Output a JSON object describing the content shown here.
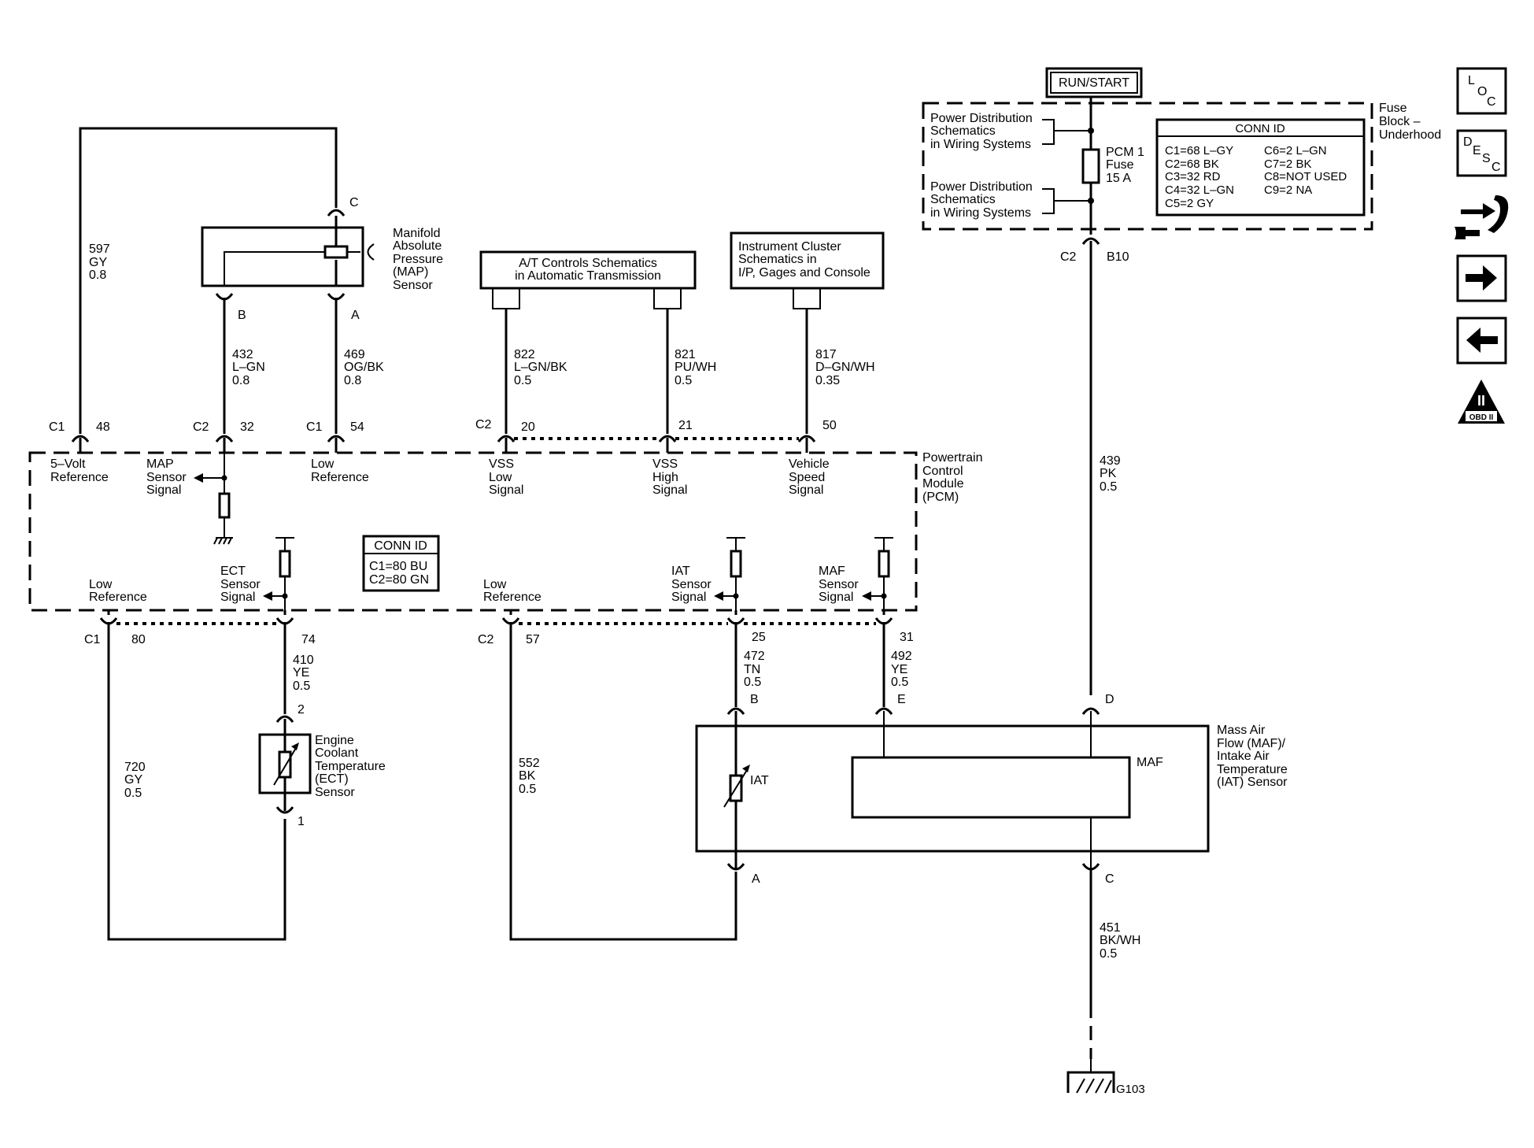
{
  "title_box": "RUN/START",
  "fuse_block": {
    "label": [
      "Fuse",
      "Block –",
      "Underhood"
    ],
    "power_dist_1": [
      "Power Distribution",
      "Schematics",
      "in Wiring Systems"
    ],
    "power_dist_2": [
      "Power Distribution",
      "Schematics",
      "in Wiring Systems"
    ],
    "fuse": [
      "PCM 1",
      "Fuse",
      "15 A"
    ],
    "conn_id_title": "CONN ID",
    "conn_id_left": [
      "C1=68 L–GY",
      "C2=68 BK",
      "C3=32 RD",
      "C4=32 L–GN",
      "C5=2 GY"
    ],
    "conn_id_right": [
      "C6=2 L–GN",
      "C7=2 BK",
      "C8=NOT USED",
      "C9=2 NA"
    ],
    "conn_c2": "C2",
    "conn_b10": "B10"
  },
  "wire_439": [
    "439",
    "PK",
    "0.5"
  ],
  "map_sensor": {
    "label": [
      "Manifold",
      "Absolute",
      "Pressure",
      "(MAP)",
      "Sensor"
    ],
    "pin_c": "C",
    "pin_b": "B",
    "pin_a": "A"
  },
  "wire_597": [
    "597",
    "GY",
    "0.8"
  ],
  "wire_432": [
    "432",
    "L–GN",
    "0.8"
  ],
  "wire_469": [
    "469",
    "OG/BK",
    "0.8"
  ],
  "at_controls": [
    "A/T Controls Schematics",
    "in Automatic Transmission"
  ],
  "instrument_cluster": [
    "Instrument Cluster",
    "Schematics in",
    "I/P, Gages and Console"
  ],
  "wire_822": [
    "822",
    "L–GN/BK",
    "0.5"
  ],
  "wire_821": [
    "821",
    "PU/WH",
    "0.5"
  ],
  "wire_817": [
    "817",
    "D–GN/WH",
    "0.35"
  ],
  "pcm": {
    "label": [
      "Powertrain",
      "Control",
      "Module",
      "(PCM)"
    ],
    "top_pins": [
      {
        "conn": "C1",
        "pin": "48"
      },
      {
        "conn": "C2",
        "pin": "32"
      },
      {
        "conn": "C1",
        "pin": "54"
      },
      {
        "conn": "C2",
        "pin": "20"
      },
      {
        "conn": "",
        "pin": "21"
      },
      {
        "conn": "",
        "pin": "50"
      }
    ],
    "five_volt": [
      "5–Volt",
      "Reference"
    ],
    "map_signal": [
      "MAP",
      "Sensor",
      "Signal"
    ],
    "low_ref_top": [
      "Low",
      "Reference"
    ],
    "vss_low": [
      "VSS",
      "Low",
      "Signal"
    ],
    "vss_high": [
      "VSS",
      "High",
      "Signal"
    ],
    "vehicle_speed": [
      "Vehicle",
      "Speed",
      "Signal"
    ],
    "conn_id_title": "CONN ID",
    "conn_id": [
      "C1=80 BU",
      "C2=80 GN"
    ],
    "low_ref_1": [
      "Low",
      "Reference"
    ],
    "ect_signal": [
      "ECT",
      "Sensor",
      "Signal"
    ],
    "low_ref_2": [
      "Low",
      "Reference"
    ],
    "iat_signal": [
      "IAT",
      "Sensor",
      "Signal"
    ],
    "maf_signal": [
      "MAF",
      "Sensor",
      "Signal"
    ],
    "bottom_pins": [
      {
        "conn": "C1",
        "pin": "80"
      },
      {
        "conn": "",
        "pin": "74"
      },
      {
        "conn": "C2",
        "pin": "57"
      },
      {
        "conn": "",
        "pin": "25"
      },
      {
        "conn": "",
        "pin": "31"
      }
    ]
  },
  "wire_410": [
    "410",
    "YE",
    "0.5"
  ],
  "wire_720": [
    "720",
    "GY",
    "0.5"
  ],
  "wire_552": [
    "552",
    "BK",
    "0.5"
  ],
  "wire_472": [
    "472",
    "TN",
    "0.5"
  ],
  "wire_492": [
    "492",
    "YE",
    "0.5"
  ],
  "wire_451": [
    "451",
    "BK/WH",
    "0.5"
  ],
  "ect_sensor": {
    "label": [
      "Engine",
      "Coolant",
      "Temperature",
      "(ECT)",
      "Sensor"
    ],
    "pin_2": "2",
    "pin_1": "1"
  },
  "maf_sensor": {
    "label": [
      "Mass Air",
      "Flow (MAF)/",
      "Intake Air",
      "Temperature",
      "(IAT) Sensor"
    ],
    "iat": "IAT",
    "maf": "MAF",
    "pin_b": "B",
    "pin_e": "E",
    "pin_d": "D",
    "pin_a": "A",
    "pin_c": "C"
  },
  "ground": "G103",
  "side_nav": {
    "loc": [
      "L",
      "O",
      "C"
    ],
    "desc": [
      "D",
      "E",
      "S",
      "C"
    ],
    "obd": [
      "II",
      "OBD II"
    ]
  }
}
